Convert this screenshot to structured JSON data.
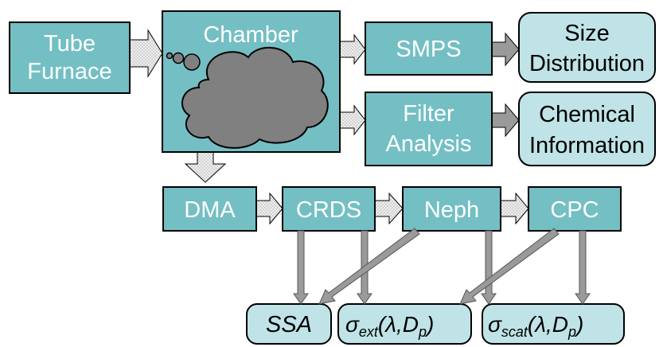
{
  "boxes": {
    "tube_furnace": [
      "Tube",
      "Furnace"
    ],
    "chamber": "Chamber",
    "smps": "SMPS",
    "filter_analysis": [
      "Filter",
      "Analysis"
    ],
    "dma": "DMA",
    "crds": "CRDS",
    "neph": "Neph",
    "cpc": "CPC"
  },
  "outputs": {
    "size_distribution": [
      "Size",
      "Distribution"
    ],
    "chemical_information": [
      "Chemical",
      "Information"
    ],
    "ssa": "SSA",
    "sigma_ext": {
      "symbol": "σ",
      "sub": "ext",
      "args": "(λ,D",
      "arg_sub": "p",
      "close": ")"
    },
    "sigma_scat": {
      "symbol": "σ",
      "sub": "scat",
      "args": "(λ,D",
      "arg_sub": "p",
      "close": ")"
    }
  },
  "colors": {
    "box_fill": "#73bfc4",
    "output_fill": "#bfe3e6",
    "stroke": "#000000",
    "cloud_fill": "#808080",
    "block_arrow_fill": "#e6e6e6",
    "solid_arrow_fill": "#9a9a9a"
  }
}
